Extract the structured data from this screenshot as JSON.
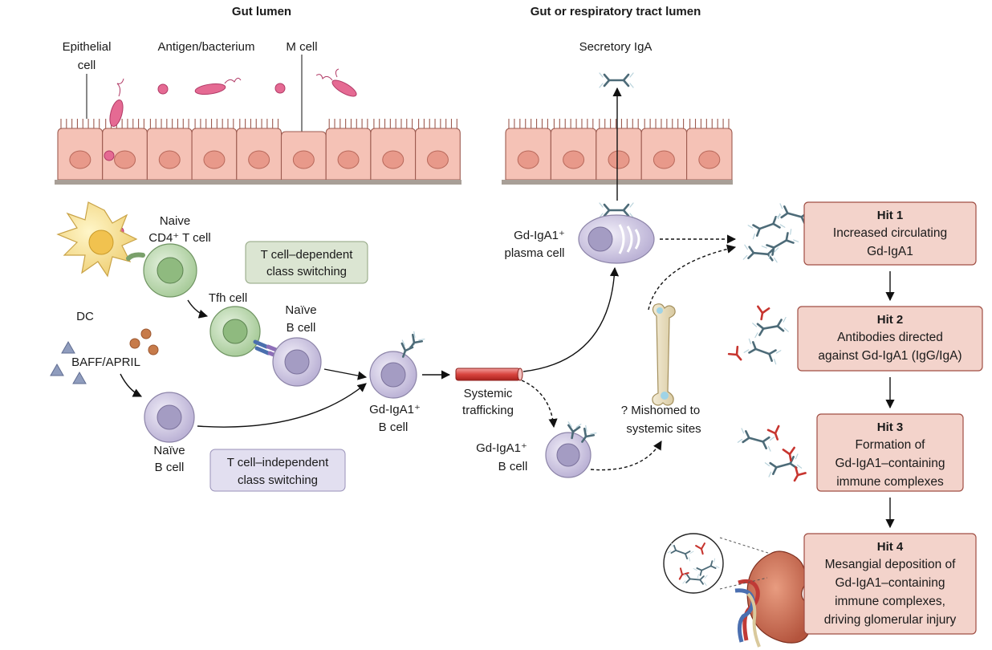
{
  "headings": {
    "gut": "Gut lumen",
    "resp": "Gut or respiratory tract lumen"
  },
  "labels": {
    "epithelial_1": "Epithelial",
    "epithelial_2": "cell",
    "antigen": "Antigen/bacterium",
    "mcell": "M cell",
    "secretory": "Secretory IgA",
    "naive_t_1": "Naive",
    "naive_t_2": "CD4⁺ T cell",
    "dc": "DC",
    "baff": "BAFF/APRIL",
    "tfh": "Tfh cell",
    "naive_b_top_1": "Naïve",
    "naive_b_top_2": "B cell",
    "naive_b_bot_1": "Naïve",
    "naive_b_bot_2": "B cell",
    "gdb_mid_1": "Gd-IgA1⁺",
    "gdb_mid_2": "B cell",
    "gdb_low_1": "Gd-IgA1⁺",
    "gdb_low_2": "B cell",
    "plasma_1": "Gd-IgA1⁺",
    "plasma_2": "plasma cell",
    "trafficking_1": "Systemic",
    "trafficking_2": "trafficking",
    "mishomed_1": "? Mishomed to",
    "mishomed_2": "systemic sites",
    "tdep_1": "T cell–dependent",
    "tdep_2": "class switching",
    "tind_1": "T cell–independent",
    "tind_2": "class switching"
  },
  "hits": [
    {
      "title": "Hit 1",
      "lines": [
        "Increased circulating",
        "Gd-IgA1"
      ]
    },
    {
      "title": "Hit 2",
      "lines": [
        "Antibodies directed",
        "against Gd-IgA1 (IgG/IgA)"
      ]
    },
    {
      "title": "Hit 3",
      "lines": [
        "Formation of",
        "Gd-IgA1–containing",
        "immune complexes"
      ]
    },
    {
      "title": "Hit 4",
      "lines": [
        "Mesangial deposition of",
        "Gd-IgA1–containing",
        "immune complexes,",
        "driving glomerular injury"
      ]
    }
  ]
}
